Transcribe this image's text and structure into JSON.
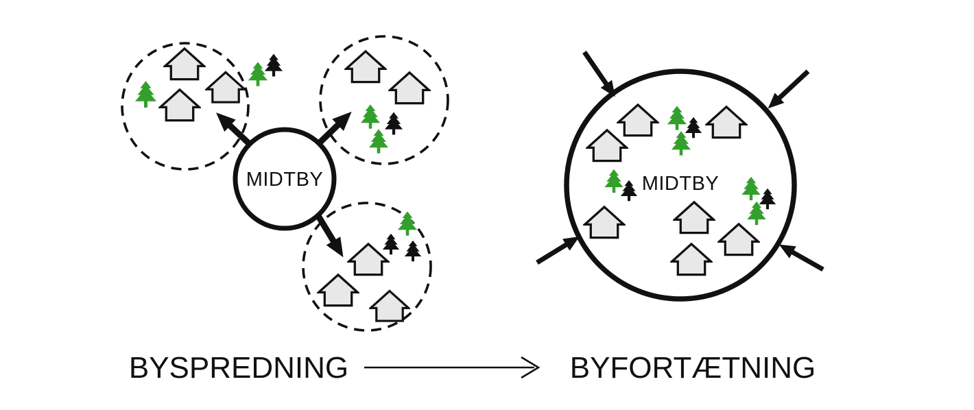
{
  "colors": {
    "background": "#ffffff",
    "ink": "#111111",
    "tree_green": "#33a02c",
    "house_fill": "#e8e8e8"
  },
  "left_panel": {
    "label": "BYSPREDNING",
    "center_label": "MIDTBY",
    "outward_arrow_count": 3,
    "clusters": [
      {
        "name": "top-left",
        "houses": 3,
        "green_trees": 1,
        "black_trees": 0
      },
      {
        "name": "top-right",
        "houses": 2,
        "green_trees": 2,
        "black_trees": 1
      },
      {
        "name": "bottom-right",
        "houses": 3,
        "green_trees": 1,
        "black_trees": 2
      }
    ],
    "trees_outside_clusters": {
      "green_trees": 1,
      "black_trees": 1
    }
  },
  "right_panel": {
    "label": "BYFORTÆTNING",
    "center_label": "MIDTBY",
    "inward_arrow_count": 4,
    "houses": 7,
    "green_trees": 5,
    "black_trees": 3
  },
  "transition": {
    "arrow": "→"
  }
}
